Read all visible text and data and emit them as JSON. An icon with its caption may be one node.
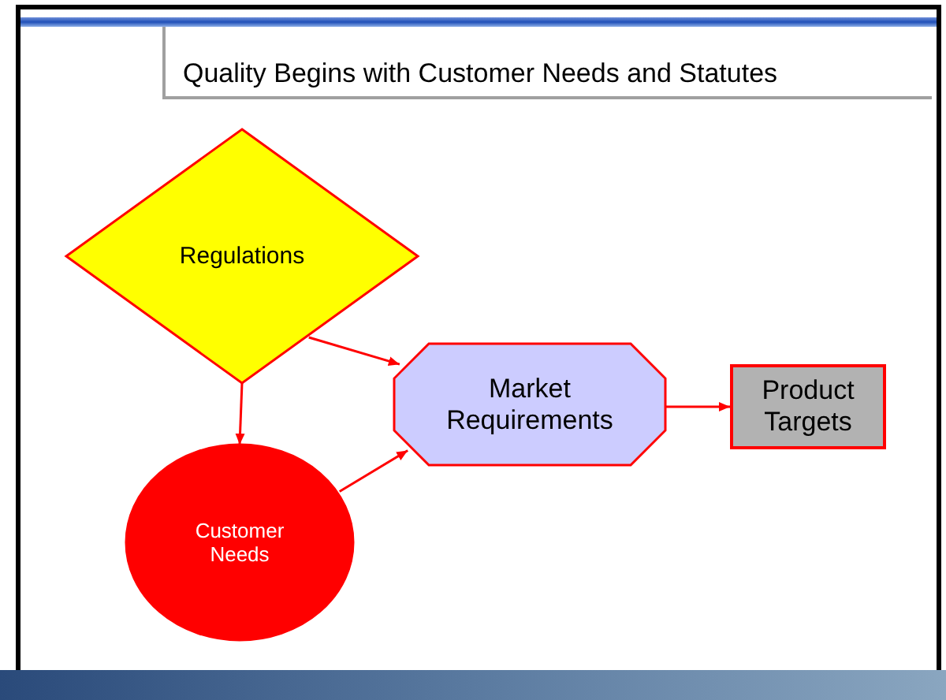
{
  "diagram": {
    "title": "Quality Begins with Customer Needs and Statutes",
    "nodes": [
      {
        "text": [
          "Regulations"
        ]
      },
      {
        "text": [
          "Customer Needs"
        ]
      },
      {
        "text": [
          "Market Requirements"
        ]
      },
      {
        "text": [
          "Product Targets"
        ]
      }
    ],
    "edges": [
      {
        "from": 0,
        "to": 2,
        "arrow": "to"
      },
      {
        "from": 0,
        "to": 1,
        "arrow": "to"
      },
      {
        "from": 1,
        "to": 2,
        "arrow": "to"
      },
      {
        "from": 2,
        "to": 3,
        "arrow": "to"
      }
    ]
  }
}
